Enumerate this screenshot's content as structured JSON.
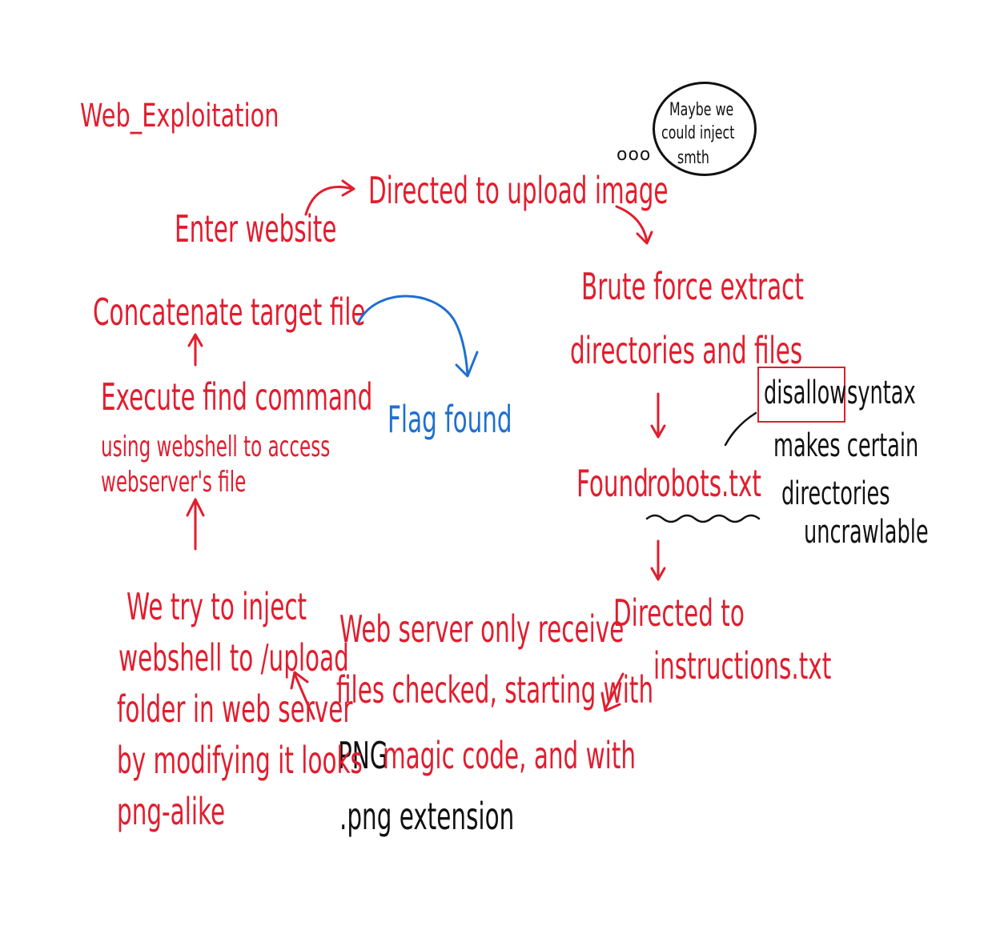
{
  "title": "Web_Exploitation",
  "thought_bubble": {
    "text": [
      "Maybe we",
      "could inject",
      "smth"
    ],
    "dots": "ooo"
  },
  "steps": {
    "enter_website": "Enter website",
    "directed_upload": "Directed to upload image",
    "brute_force": [
      "Brute force extract",
      "directories and files"
    ],
    "found_robots_prefix": "Found",
    "found_robots_file": "robots.txt",
    "disallow_note": {
      "keyword": "disallow",
      "rest": "syntax",
      "lines": [
        "makes certain",
        "directories",
        "uncrawlable"
      ]
    },
    "directed_instructions": [
      "Directed to",
      "instructions.txt"
    ],
    "webserver_note": {
      "line1": "Web server only receive",
      "line2": "files checked, starting with",
      "line3_black": "PNG",
      "line3_red": "magic code, and with",
      "line4": ".png extension"
    },
    "inject_webshell": [
      "We try to inject",
      "webshell to /upload",
      "folder in web server",
      "by modifying it looks",
      "png-alike"
    ],
    "execute_find": [
      "Execute find command",
      "using webshell to access",
      "webserver's file"
    ],
    "concatenate": "Concatenate target file",
    "flag_found": "Flag found"
  },
  "colors": {
    "red": "#e11d2e",
    "black": "#111111",
    "blue": "#1f6fd1"
  }
}
